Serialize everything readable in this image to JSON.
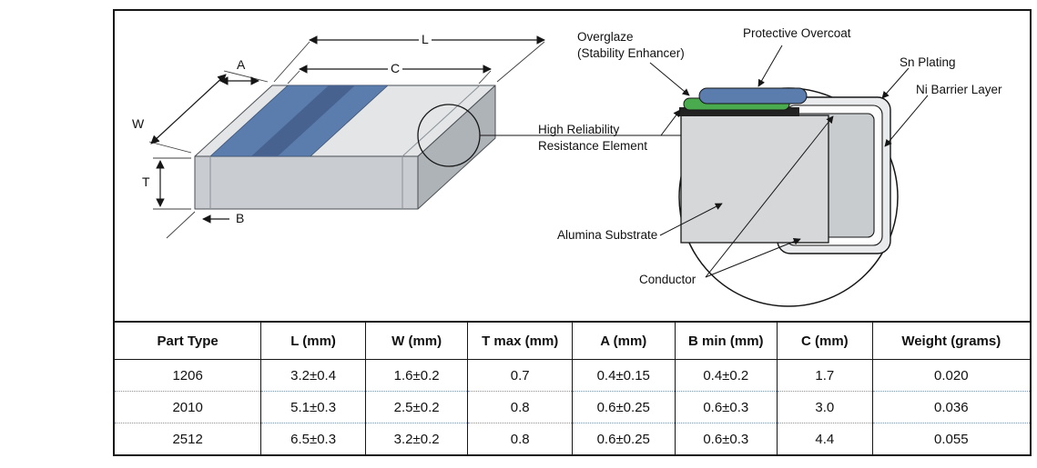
{
  "figure": {
    "dims": {
      "L": "L",
      "C": "C",
      "A": "A",
      "W": "W",
      "T": "T",
      "B": "B"
    },
    "callouts": {
      "overglaze": "Overglaze\n(Stability Enhancer)",
      "protective_overcoat": "Protective Overcoat",
      "sn_plating": "Sn Plating",
      "ni_barrier": "Ni Barrier Layer",
      "resistance_element": "High Reliability\nResistance Element",
      "alumina_substrate": "Alumina Substrate",
      "conductor": "Conductor"
    },
    "colors": {
      "resistive_film_blue": "#5b7dae",
      "overglaze_green": "#4aab4e",
      "body_gray": "#d5d7d9",
      "outline": "#161616"
    }
  },
  "table": {
    "headers": [
      "Part Type",
      "L (mm)",
      "W (mm)",
      "T max (mm)",
      "A (mm)",
      "B min (mm)",
      "C (mm)",
      "Weight (grams)"
    ],
    "rows": [
      [
        "1206",
        "3.2±0.4",
        "1.6±0.2",
        "0.7",
        "0.4±0.15",
        "0.4±0.2",
        "1.7",
        "0.020"
      ],
      [
        "2010",
        "5.1±0.3",
        "2.5±0.2",
        "0.8",
        "0.6±0.25",
        "0.6±0.3",
        "3.0",
        "0.036"
      ],
      [
        "2512",
        "6.5±0.3",
        "3.2±0.2",
        "0.8",
        "0.6±0.25",
        "0.6±0.3",
        "4.4",
        "0.055"
      ]
    ]
  }
}
